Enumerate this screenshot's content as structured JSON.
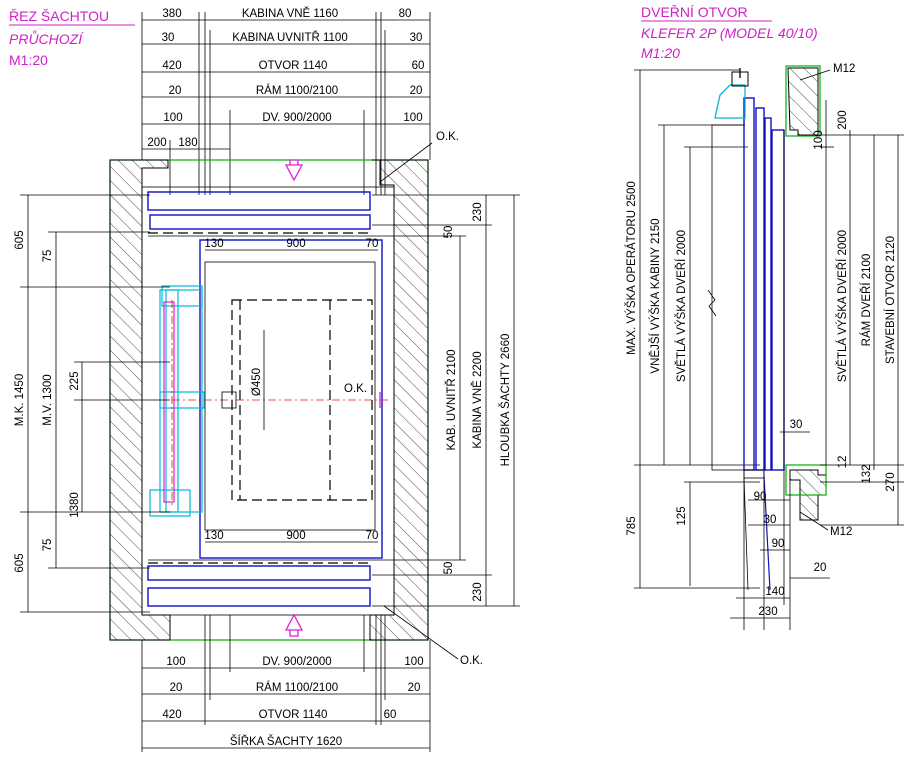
{
  "titles": {
    "left": [
      "ŘEZ ŠACHTOU",
      "PRŮCHOZÍ",
      "M1:20"
    ],
    "right": [
      "DVEŘNÍ OTVOR",
      "KLEFER 2P (MODEL 40/10)",
      "M1:20"
    ]
  },
  "top_rows": [
    {
      "left": "380",
      "center": "KABINA VNĚ 1160",
      "right": "80"
    },
    {
      "left": "30",
      "center": "KABINA UVNITŘ 1100",
      "right": "30"
    },
    {
      "left": "420",
      "center": "OTVOR 1140",
      "right": "60"
    },
    {
      "left": "20",
      "center": "RÁM 1100/2100",
      "right": "20"
    },
    {
      "left": "100",
      "center": "DV. 900/2000",
      "right": "100"
    }
  ],
  "bottom_rows": [
    {
      "left": "100",
      "center": "DV. 900/2000",
      "right": "100"
    },
    {
      "left": "20",
      "center": "RÁM 1100/2100",
      "right": "20"
    },
    {
      "left": "420",
      "center": "OTVOR 1140",
      "right": "60"
    }
  ],
  "shaft_width": "ŠÍŘKA ŠACHTY 1620",
  "ok_label": "O.K.",
  "top_200": "200",
  "top_180": "180",
  "left_dims": {
    "d605": "605",
    "d75": "75",
    "mk": "M.K. 1450",
    "mv": "M.V. 1300",
    "d225": "225",
    "d1380": "1380"
  },
  "inner_dims": {
    "d130": "130",
    "d900": "900",
    "d70": "70",
    "d450": "Ø450",
    "d50": "50"
  },
  "right_dims": {
    "d230": "230",
    "kab_in": "KAB. UVNITŘ 2100",
    "kab_out": "KABINA VNĚ 2200",
    "shaft_depth": "HLOUBKA ŠACHTY 2660"
  },
  "door_left_dims": {
    "max_op": "MAX. VÝŠKA OPERÁTORU 2500",
    "ext_cab": "VNĚJŠÍ VÝŠKA KABINY 2150",
    "clear_door": "SVĚTLÁ VÝŠKA DVEŘÍ 2000",
    "d785": "785",
    "d125": "125"
  },
  "door_right_dims": {
    "d100": "100",
    "d200": "200",
    "clear_door": "SVĚTLÁ VÝŠKA DVEŘÍ 2000",
    "frame": "RÁM DVEŘÍ 2100",
    "build": "STAVEBNÍ OTVOR 2120",
    "d12": "12",
    "d132": "132",
    "d270": "270"
  },
  "door_bottom_dims": {
    "d30a": "30",
    "d90a": "90",
    "d30b": "30",
    "d90b": "90",
    "d20": "20",
    "d140": "140",
    "d230": "230"
  },
  "m12": "M12"
}
